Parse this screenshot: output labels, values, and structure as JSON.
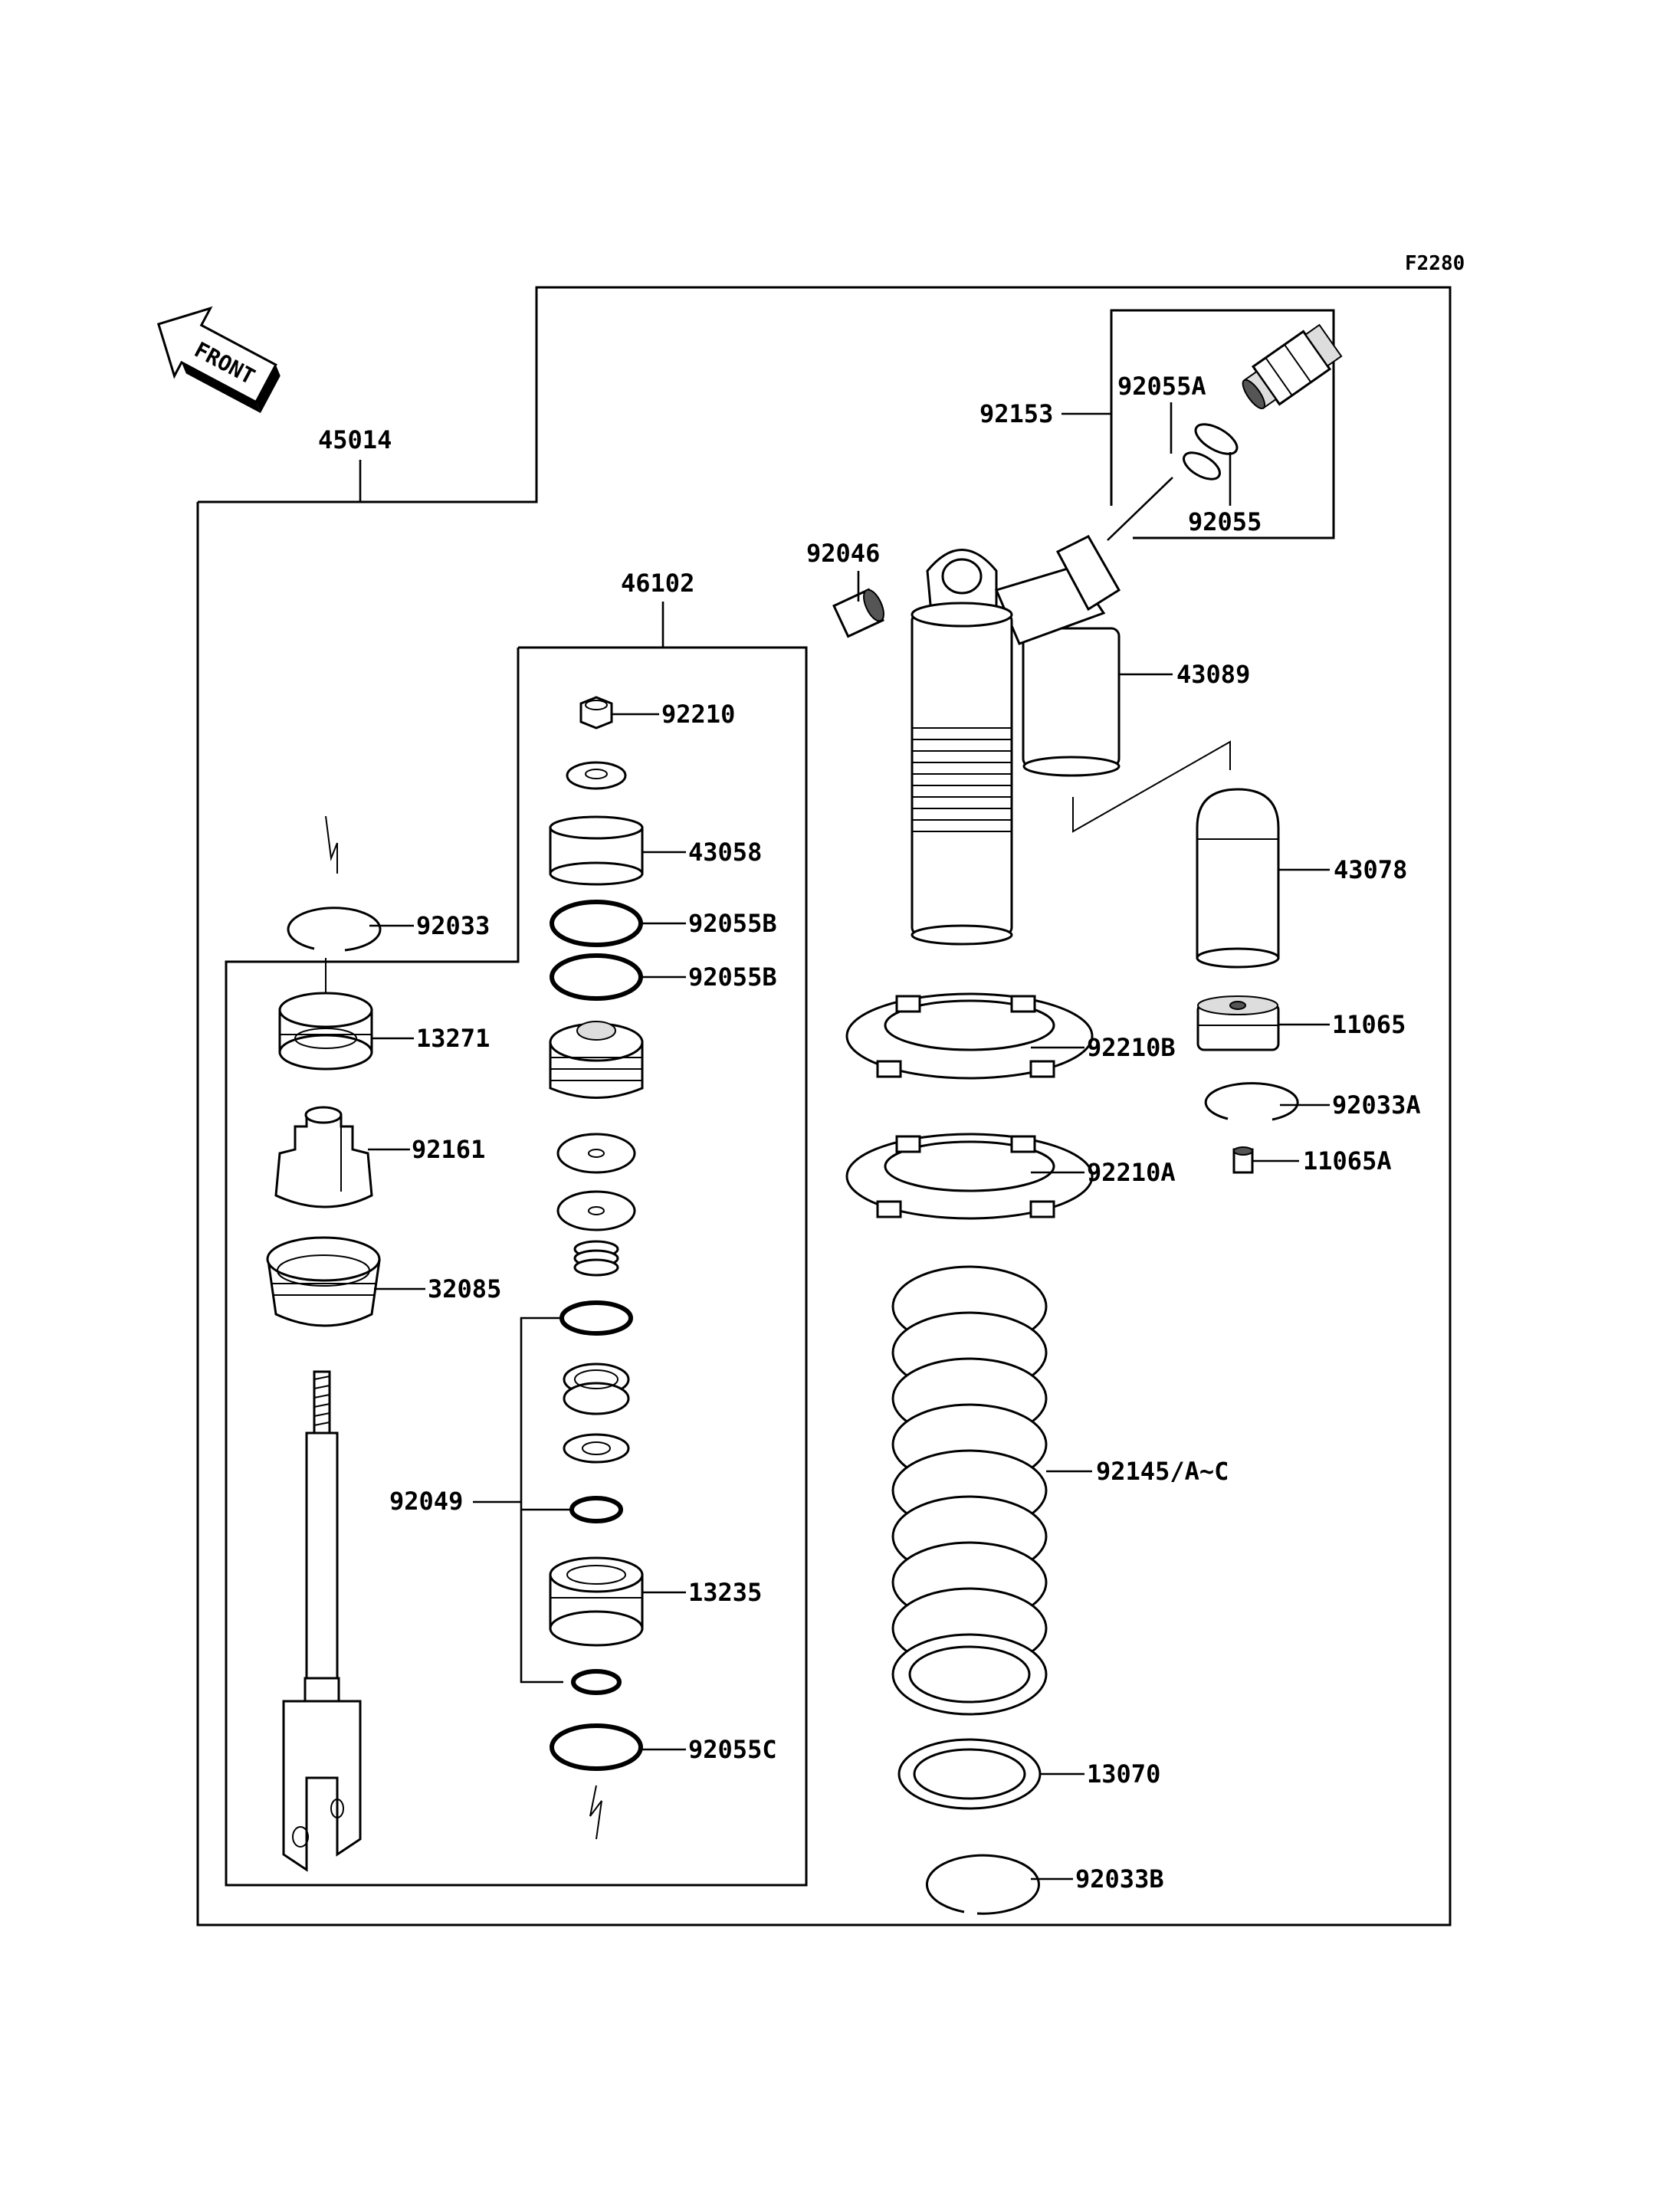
{
  "figure_code": "F2280",
  "front_label": "FRONT",
  "assembly": {
    "number": "45014"
  },
  "sub_assembly": {
    "number": "46102"
  },
  "parts": {
    "p92153": "92153",
    "p92055A": "92055A",
    "p92055": "92055",
    "p92046": "92046",
    "p43089": "43089",
    "p43078": "43078",
    "p11065": "11065",
    "p92033A": "92033A",
    "p11065A": "11065A",
    "p92210B": "92210B",
    "p92210A": "92210A",
    "p92145": "92145/A~C",
    "p13070": "13070",
    "p92033B": "92033B",
    "p92210": "92210",
    "p43058": "43058",
    "p92055B_1": "92055B",
    "p92055B_2": "92055B",
    "p92049": "92049",
    "p13235": "13235",
    "p92055C": "92055C",
    "p92033": "92033",
    "p13271": "13271",
    "p92161": "92161",
    "p32085": "32085"
  }
}
